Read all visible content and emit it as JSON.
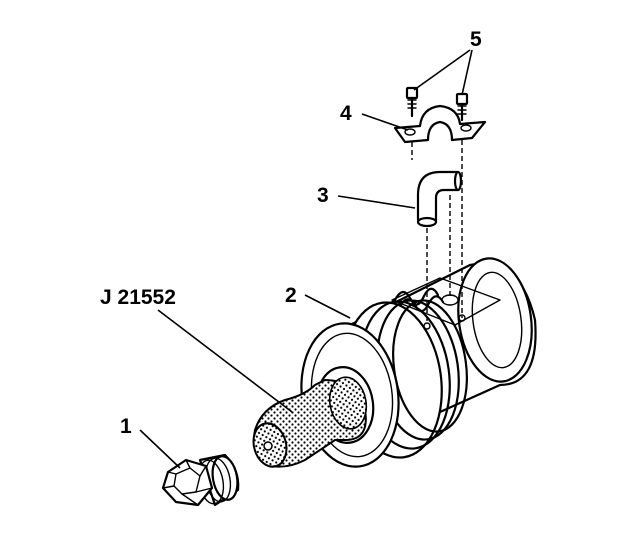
{
  "callouts": {
    "c1": "1",
    "c2": "2",
    "c3": "3",
    "c4": "4",
    "c5": "5"
  },
  "tool": {
    "label": "J 21552"
  },
  "colors": {
    "ink": "#000000",
    "paper": "#ffffff"
  }
}
